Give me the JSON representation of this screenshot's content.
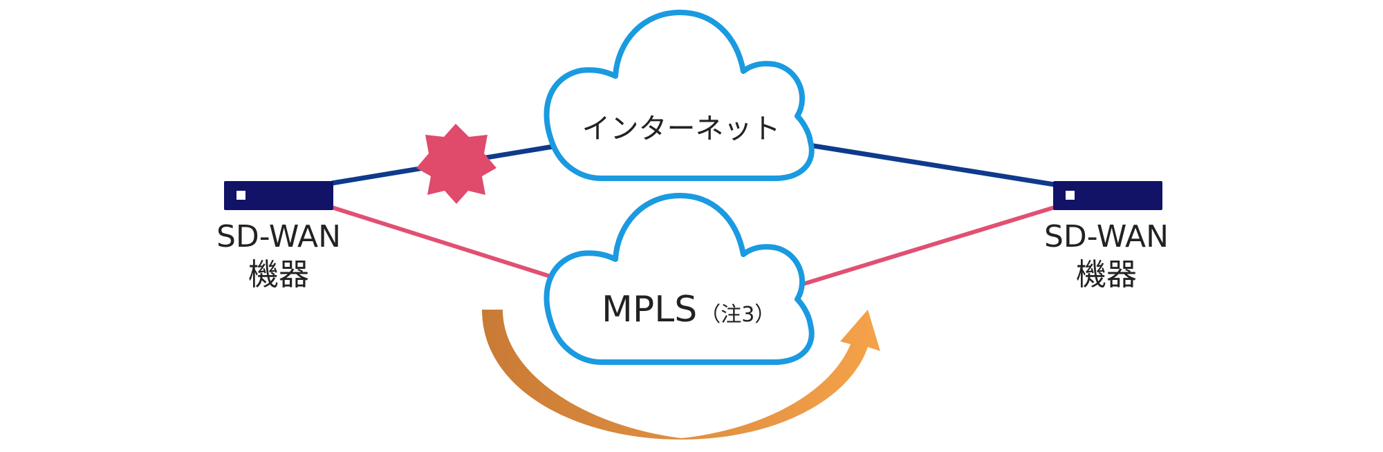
{
  "clouds": {
    "internet_label": "インターネット",
    "mpls_label": "MPLS",
    "mpls_note": "（注3）"
  },
  "devices": {
    "left": {
      "line1": "SD-WAN",
      "line2": "機器"
    },
    "right": {
      "line1": "SD-WAN",
      "line2": "機器"
    }
  },
  "colors": {
    "internet_link": "#0f3a8c",
    "mpls_link": "#e05073",
    "cloud_outline": "#1a9ae0",
    "device_body": "#121266",
    "failure_burst": "#e04a6b",
    "failover_arrow_start": "#c97a35",
    "failover_arrow_end": "#f5a24a"
  },
  "icons": {
    "failure": "failure-burst-icon",
    "failover": "failover-curved-arrow-icon"
  }
}
